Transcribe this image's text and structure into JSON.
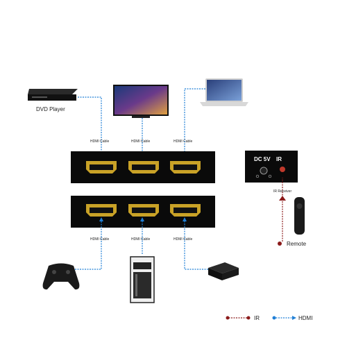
{
  "devices": {
    "dvd_player": "DVD Player",
    "remote": "Remote"
  },
  "cables": {
    "hdmi_cable": "HDMI Cable",
    "top_1": "HDMI Cable",
    "top_2": "HDMI Cable",
    "top_3": "HDMI Cable",
    "bottom_1": "HDMI Cable",
    "bottom_2": "HDMI Cable",
    "bottom_3": "HDMI Cable"
  },
  "control_box": {
    "dc_label": "DC 5V",
    "ir_label": "IR",
    "ir_receiver": "IR Receiver"
  },
  "legend": {
    "ir": "IR",
    "hdmi": "HDMI"
  },
  "colors": {
    "hdmi_line": "#1f7fd6",
    "ir_line": "#8b1a1a",
    "device_body": "#111111",
    "port_gold": "#c9a227"
  }
}
